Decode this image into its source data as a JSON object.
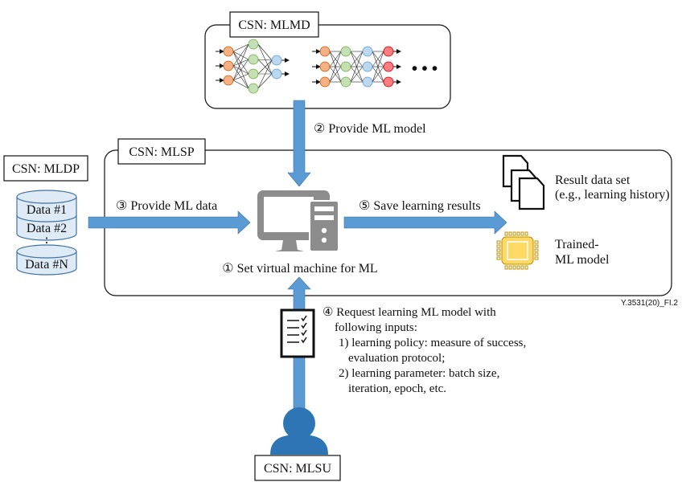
{
  "colors": {
    "arrow_blue": "#5b9bd5",
    "person_blue": "#2e75b6",
    "computer_gray": "#8c8c8c",
    "db_fill": "#deebf7",
    "db_stroke": "#41719c",
    "chip_fill": "#ffd966",
    "chip_stroke": "#bf9000",
    "node_orange": "#f4b183",
    "node_green": "#c5e0b4",
    "node_blue": "#bdd7ee",
    "node_red": "#ff7c80"
  },
  "mlmd": {
    "label": "CSN: MLMD",
    "ellipsis": "• • •"
  },
  "mlsp": {
    "label": "CSN: MLSP"
  },
  "mldp": {
    "label": "CSN: MLDP",
    "items": [
      "Data #1",
      "Data #2",
      "Data #N"
    ],
    "gap": "⋮"
  },
  "mlsu": {
    "label": "CSN: MLSU"
  },
  "steps": {
    "step1": "① Set virtual machine for ML",
    "step2": "② Provide ML model",
    "step3": "③ Provide ML data",
    "step5": "⑤ Save learning results",
    "step4": {
      "title": "④ Request learning ML model with",
      "title2": "following inputs:",
      "items": [
        "1) learning policy: measure of success,",
        "evaluation protocol;",
        "2) learning parameter: batch size,",
        "iteration, epoch, etc."
      ]
    }
  },
  "outputs": {
    "result_line1": "Result data set",
    "result_line2": "(e.g., learning history)",
    "model_line1": "Trained-",
    "model_line2": "ML model"
  },
  "figure_id": "Y.3531(20)_FI.2"
}
